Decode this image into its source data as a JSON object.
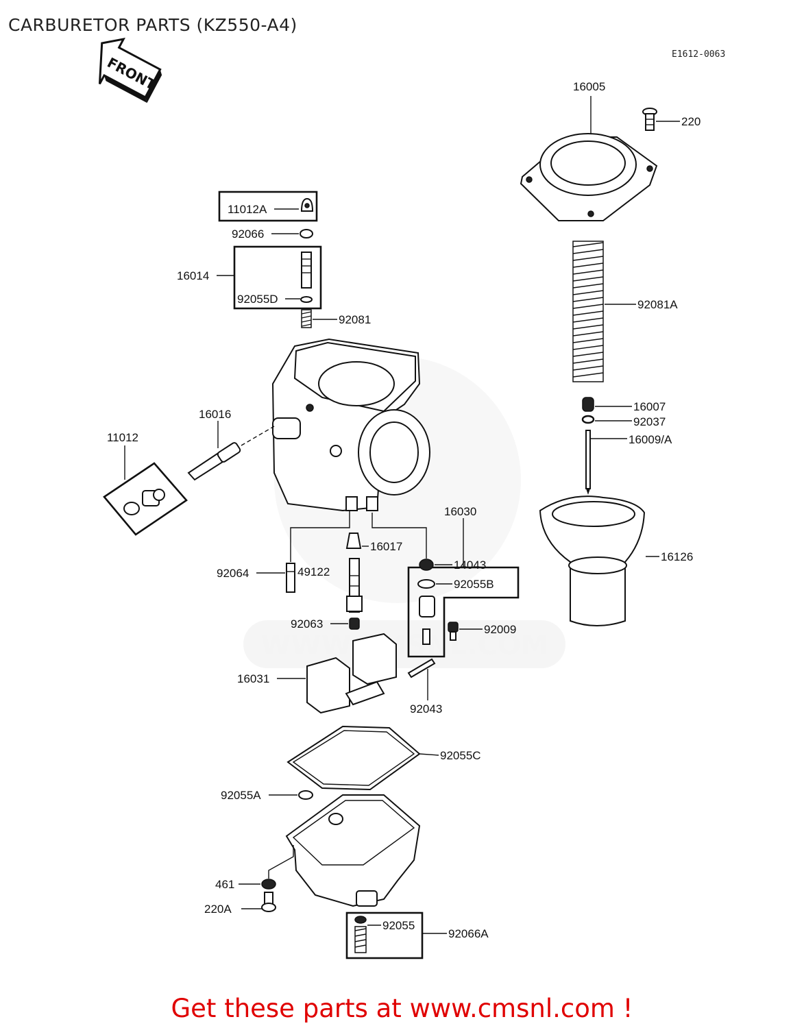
{
  "title": "CARBURETOR PARTS (KZ550-A4)",
  "diagram_code": "E1612-0063",
  "front_label": "FRONT",
  "watermark": "WWW.CMSNL.COM",
  "footer": "Get these parts at www.cmsnl.com !",
  "parts": {
    "p16005": "16005",
    "p220": "220",
    "p11012A": "11012A",
    "p92066": "92066",
    "p16014": "16014",
    "p92055D": "92055D",
    "p92081": "92081",
    "p92081A": "92081A",
    "p16007": "16007",
    "p92037": "92037",
    "p16009A": "16009/A",
    "p16016": "16016",
    "p11012": "11012",
    "p16030": "16030",
    "p16126": "16126",
    "p16017": "16017",
    "p14043": "14043",
    "p92064": "92064",
    "p49122": "49122",
    "p92055B": "92055B",
    "p92063": "92063",
    "p92009": "92009",
    "p16031": "16031",
    "p92043": "92043",
    "p92055C": "92055C",
    "p92055A": "92055A",
    "p461": "461",
    "p220A": "220A",
    "p92055": "92055",
    "p92066A": "92066A"
  }
}
